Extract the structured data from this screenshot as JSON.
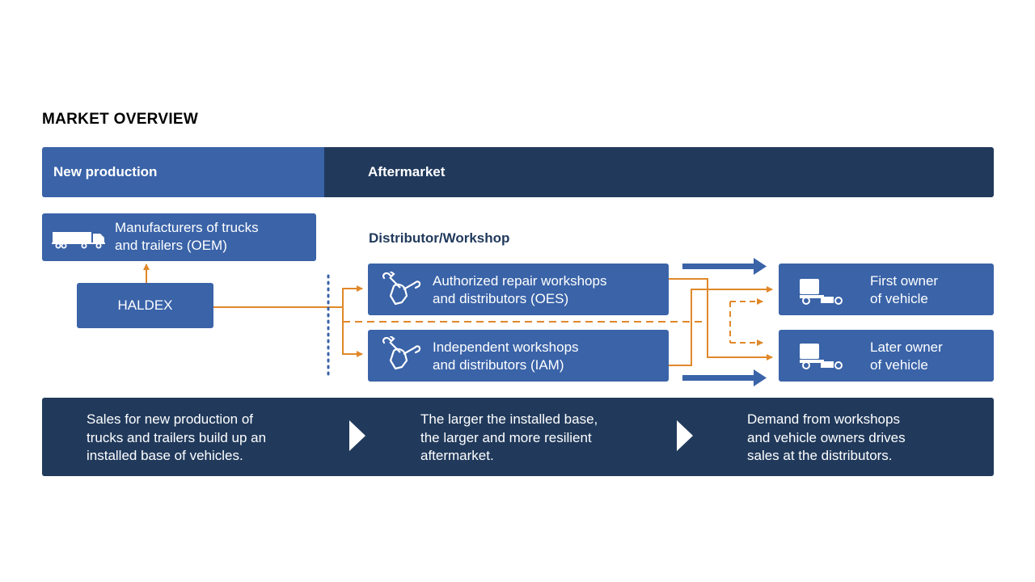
{
  "title": "MARKET OVERVIEW",
  "header": {
    "left": "New production",
    "right": "Aftermarket"
  },
  "oem": {
    "line1": "Manufacturers of trucks",
    "line2": "and trailers (OEM)"
  },
  "haldex": "HALDEX",
  "distributor_title": "Distributor/Workshop",
  "oes": {
    "line1": "Authorized repair workshops",
    "line2": "and distributors (OES)"
  },
  "iam": {
    "line1": "Independent workshops",
    "line2": "and distributors (IAM)"
  },
  "first_owner": {
    "line1": "First owner",
    "line2": "of vehicle"
  },
  "later_owner": {
    "line1": "Later owner",
    "line2": "of vehicle"
  },
  "steps": [
    {
      "line1": "Sales for new production of",
      "line2": "trucks and trailers build up an",
      "line3": "installed base of vehicles."
    },
    {
      "line1": "The larger the installed base,",
      "line2": "the larger and more resilient",
      "line3": "aftermarket."
    },
    {
      "line1": "Demand from workshops",
      "line2": "and vehicle owners drives",
      "line3": "sales at the distributors."
    }
  ],
  "colors": {
    "mid_blue": "#3a63a8",
    "dark_blue": "#213a5c",
    "orange": "#e0882a"
  },
  "icons": [
    "truck-trailer-icon",
    "wrench-hand-icon",
    "truck-cab-icon",
    "chevron-right-icon"
  ]
}
